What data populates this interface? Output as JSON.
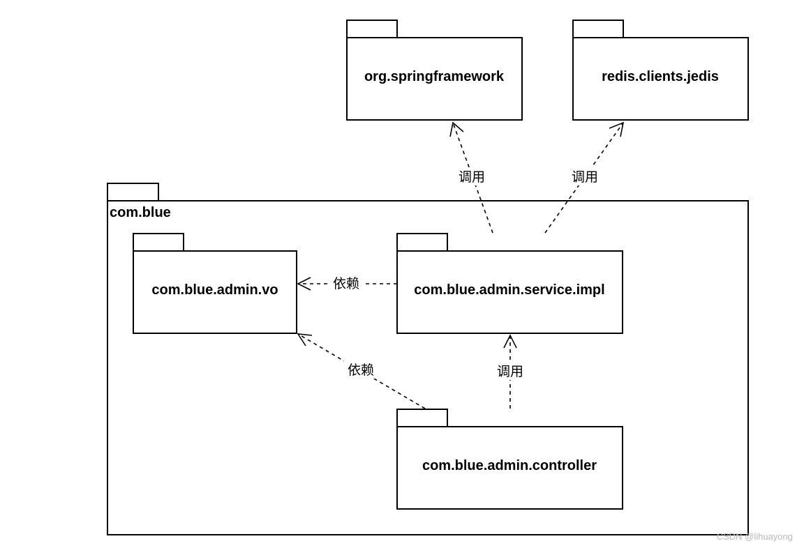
{
  "packages": [
    {
      "id": "springframework",
      "label": "org.springframework"
    },
    {
      "id": "jedis",
      "label": "redis.clients.jedis"
    },
    {
      "id": "com-blue",
      "label": "com.blue"
    },
    {
      "id": "vo",
      "label": "com.blue.admin.vo"
    },
    {
      "id": "service-impl",
      "label": "com.blue.admin.service.impl"
    },
    {
      "id": "controller",
      "label": "com.blue.admin.controller"
    }
  ],
  "dependencies": [
    {
      "from": "service-impl",
      "to": "springframework",
      "label": "调用"
    },
    {
      "from": "service-impl",
      "to": "jedis",
      "label": "调用"
    },
    {
      "from": "service-impl",
      "to": "vo",
      "label": "依赖"
    },
    {
      "from": "controller",
      "to": "vo",
      "label": "依赖"
    },
    {
      "from": "controller",
      "to": "service-impl",
      "label": "调用"
    }
  ],
  "watermark": "CSDN @lihuayong"
}
